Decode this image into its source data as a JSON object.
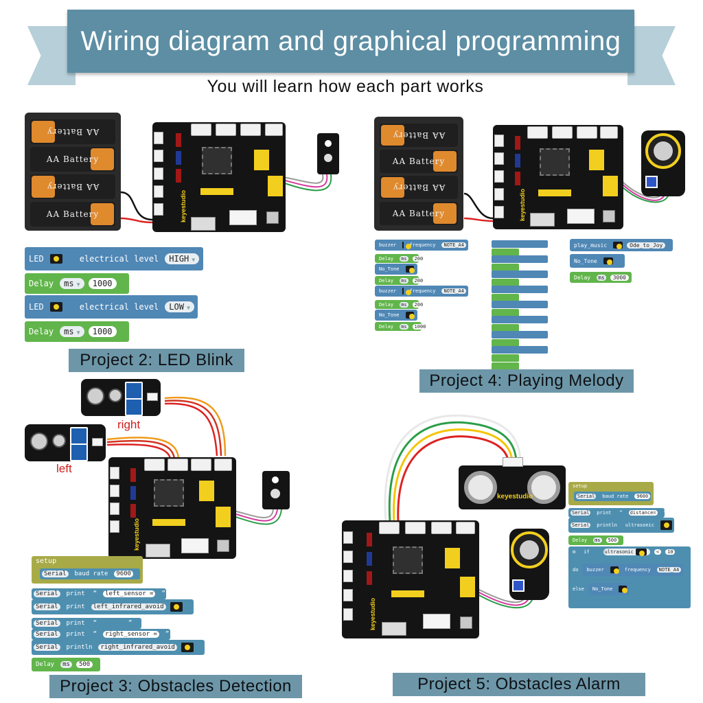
{
  "header": {
    "title": "Wiring diagram and graphical programming",
    "subtitle": "You will learn how each part works"
  },
  "projects": {
    "p2": "Project 2: LED Blink",
    "p3": "Project 3: Obstacles Detection",
    "p4": "Project 4: Playing Melody",
    "p5": "Project 5: Obstacles Alarm"
  },
  "battery": {
    "cell_label": "AA Battery"
  },
  "brand": "keyestudio",
  "labels": {
    "right": "right",
    "left": "left"
  },
  "p2_code": {
    "led": "LED",
    "electrical_level": "electrical level",
    "high": "HIGH",
    "low": "LOW",
    "delay": "Delay",
    "ms": "ms",
    "delay_value": "1000"
  },
  "p3_code": {
    "setup": "setup",
    "serial": "Serial",
    "baud_rate": "baud rate",
    "baud_value": "9600",
    "print": "print",
    "println": "println",
    "left_sensor": "left_sensor =",
    "left_infrared_avoid": "left_infrared_avoid",
    "empty": "",
    "right_sensor": "right_sensor =",
    "right_infrared_avoid": "right_infrared_avoid",
    "delay": "Delay",
    "ms": "ms",
    "delay_value": "500"
  },
  "p4_code": {
    "buzzer": "buzzer",
    "frequency": "frequency",
    "note_a4": "NOTE_A4",
    "delay": "Delay",
    "ms": "ms",
    "d200": "200",
    "d1000": "1000",
    "d3000": "3000",
    "no_tone": "No_Tone",
    "play_music": "play_music",
    "ode_to_joy": "Ode_to_Joy"
  },
  "p5_code": {
    "setup": "setup",
    "serial": "Serial",
    "baud_rate": "baud rate",
    "baud_value": "9600",
    "print": "print",
    "println": "println",
    "distance": "distance=",
    "ultrasonic": "ultrasonic",
    "delay": "Delay",
    "ms": "ms",
    "delay_value": "500",
    "if": "if",
    "lt": "<",
    "cmp_value": "10",
    "do": "do",
    "buzzer": "buzzer",
    "frequency": "frequency",
    "note_a4": "NOTE_A4",
    "else": "else",
    "no_tone": "No_Tone"
  },
  "colors": {
    "banner": "#5d8ea4",
    "label_bg": "#6d97a8",
    "block_blue": "#4f87b5",
    "block_green": "#61b54b",
    "block_olive": "#a8aa48",
    "board_yellow": "#f2cf1f"
  }
}
